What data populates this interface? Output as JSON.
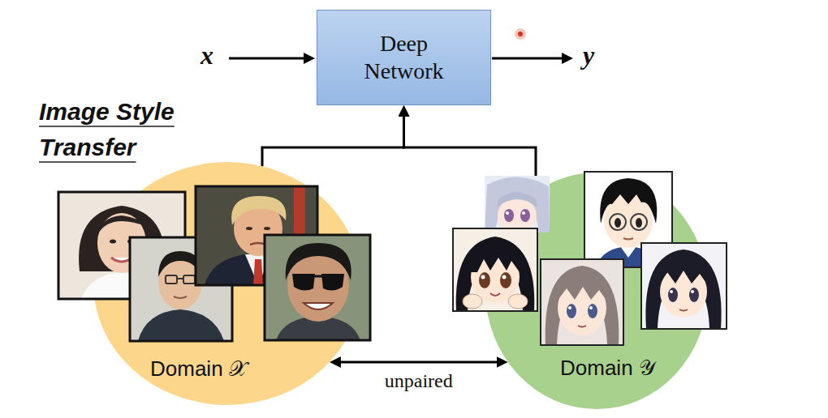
{
  "diagram": {
    "title": "Image Style Transfer",
    "nodes": [
      {
        "text": [
          "Deep Network"
        ]
      },
      {
        "text": [
          "Domain 𝒳"
        ]
      },
      {
        "text": [
          "Domain 𝒴"
        ]
      }
    ],
    "edges": [
      {
        "from": 1,
        "to": 0,
        "arrow": "to"
      },
      {
        "from": 2,
        "to": 0,
        "arrow": "to"
      },
      {
        "from": 1,
        "to": 2,
        "label": "unpaired",
        "arrow": "both"
      }
    ],
    "labels": [
      "x",
      "y"
    ]
  }
}
